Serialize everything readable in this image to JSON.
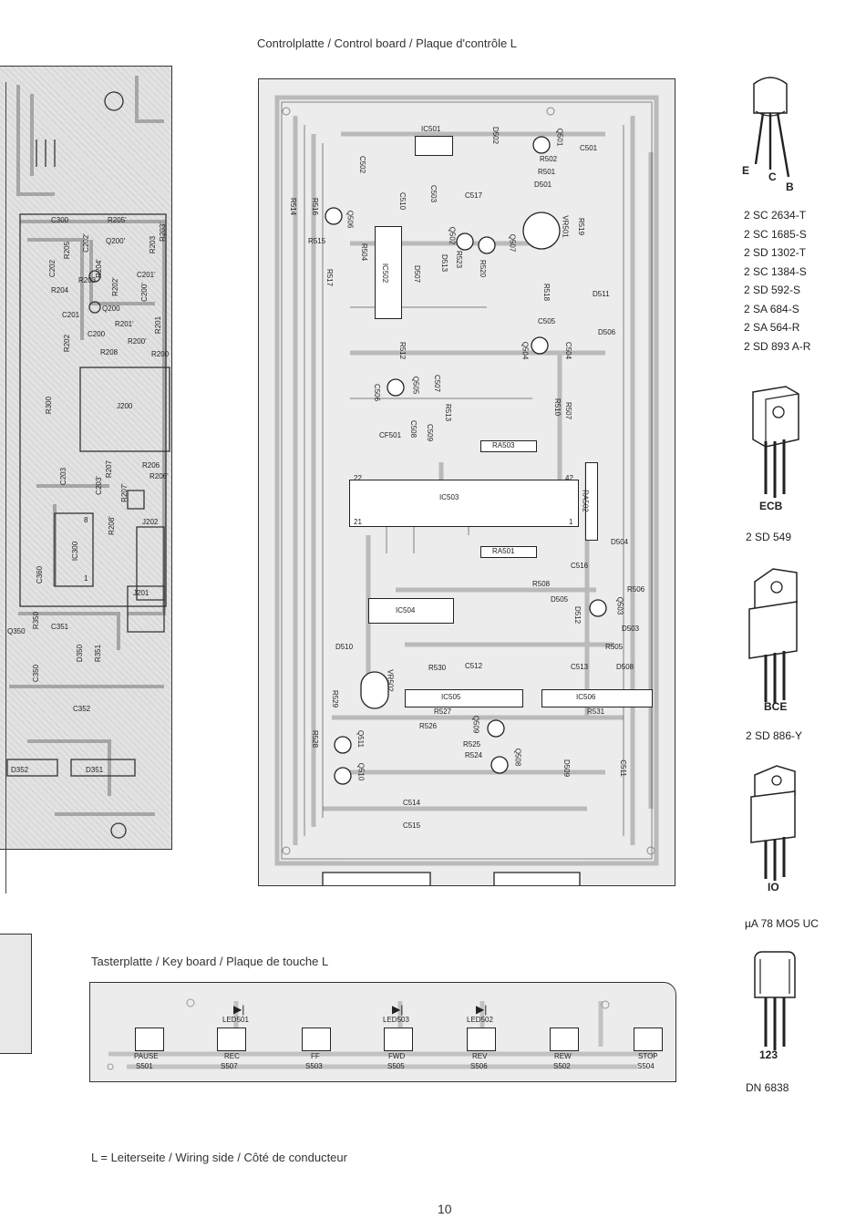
{
  "header": {
    "title": "Controlplatte / Control board / Plaque d'contrôle L"
  },
  "control_board": {
    "ic_labels": [
      "IC501",
      "IC502",
      "IC503",
      "IC504",
      "IC505",
      "IC506"
    ],
    "ra_labels": [
      "RA503",
      "RA501",
      "RA502"
    ],
    "ic503_pins": [
      "22",
      "42",
      "21",
      "1"
    ],
    "component_labels": [
      "C502",
      "R514",
      "R516",
      "Q506",
      "C510",
      "C503",
      "C517",
      "D502",
      "Q501",
      "C501",
      "R502",
      "R501",
      "D501",
      "R515",
      "R504",
      "D507",
      "D513",
      "Q502",
      "R523",
      "Q507",
      "R520",
      "R519",
      "VR501",
      "R517",
      "R518",
      "D511",
      "D506",
      "C505",
      "Q504",
      "C504",
      "R512",
      "C506",
      "Q505",
      "C507",
      "R513",
      "R510",
      "R507",
      "CF501",
      "C508",
      "C509",
      "D504",
      "C516",
      "R508",
      "R506",
      "D505",
      "D512",
      "Q503",
      "D503",
      "R505",
      "D510",
      "R530",
      "C512",
      "C513",
      "D508",
      "R529",
      "VR502",
      "R527",
      "R526",
      "Q509",
      "R531",
      "R528",
      "Q511",
      "Q510",
      "R525",
      "R524",
      "Q508",
      "D509",
      "C511",
      "C514",
      "C515"
    ]
  },
  "left_board": {
    "component_labels": [
      "C300",
      "R205'",
      "R203'",
      "R205",
      "C202'",
      "Q200'",
      "R203",
      "C202",
      "R204'",
      "C201'",
      "R203",
      "R202'",
      "R204",
      "C200'",
      "Q200",
      "C201",
      "R201'",
      "R202",
      "C200",
      "R201",
      "R200'",
      "R208",
      "R200",
      "R300",
      "J200",
      "R207",
      "R206",
      "C203",
      "C203'",
      "R207'",
      "R206'",
      "R208'",
      "J202",
      "IC300",
      "C360",
      "J201",
      "R350",
      "C351",
      "Q350",
      "D350",
      "R351",
      "C350",
      "C352",
      "D352",
      "D351"
    ],
    "ic300_pins": [
      "8",
      "1"
    ]
  },
  "key_board": {
    "title": "Tasterplatte / Key board / Plaque de touche L",
    "leds": [
      "LED501",
      "LED503",
      "LED502"
    ],
    "switches": [
      {
        "name": "PAUSE",
        "ref": "S501"
      },
      {
        "name": "REC",
        "ref": "S507"
      },
      {
        "name": "FF",
        "ref": "S503"
      },
      {
        "name": "FWD",
        "ref": "S505"
      },
      {
        "name": "REV",
        "ref": "S506"
      },
      {
        "name": "REW",
        "ref": "S502"
      },
      {
        "name": "STOP",
        "ref": "S504"
      }
    ]
  },
  "transistor_types": [
    "2 SC 2634-T",
    "2 SC 1685-S",
    "2 SD 1302-T",
    "2 SC 1384-S",
    "2 SD 592-S",
    "2 SA 684-S",
    "2 SA 564-R",
    "2 SD 893 A-R"
  ],
  "packages": [
    {
      "name": "2 SD 549",
      "pins": "ECB"
    },
    {
      "name": "2 SD 886-Y",
      "pins": "BCE"
    },
    {
      "name": "µA 78 MO5 UC",
      "pins": "IO"
    },
    {
      "name": "DN 6838",
      "pins": "123"
    }
  ],
  "to92_pins": [
    "E",
    "C",
    "B"
  ],
  "footer": {
    "legend": "L = Leiterseite / Wiring side / Côté de conducteur",
    "page_number": "10"
  }
}
